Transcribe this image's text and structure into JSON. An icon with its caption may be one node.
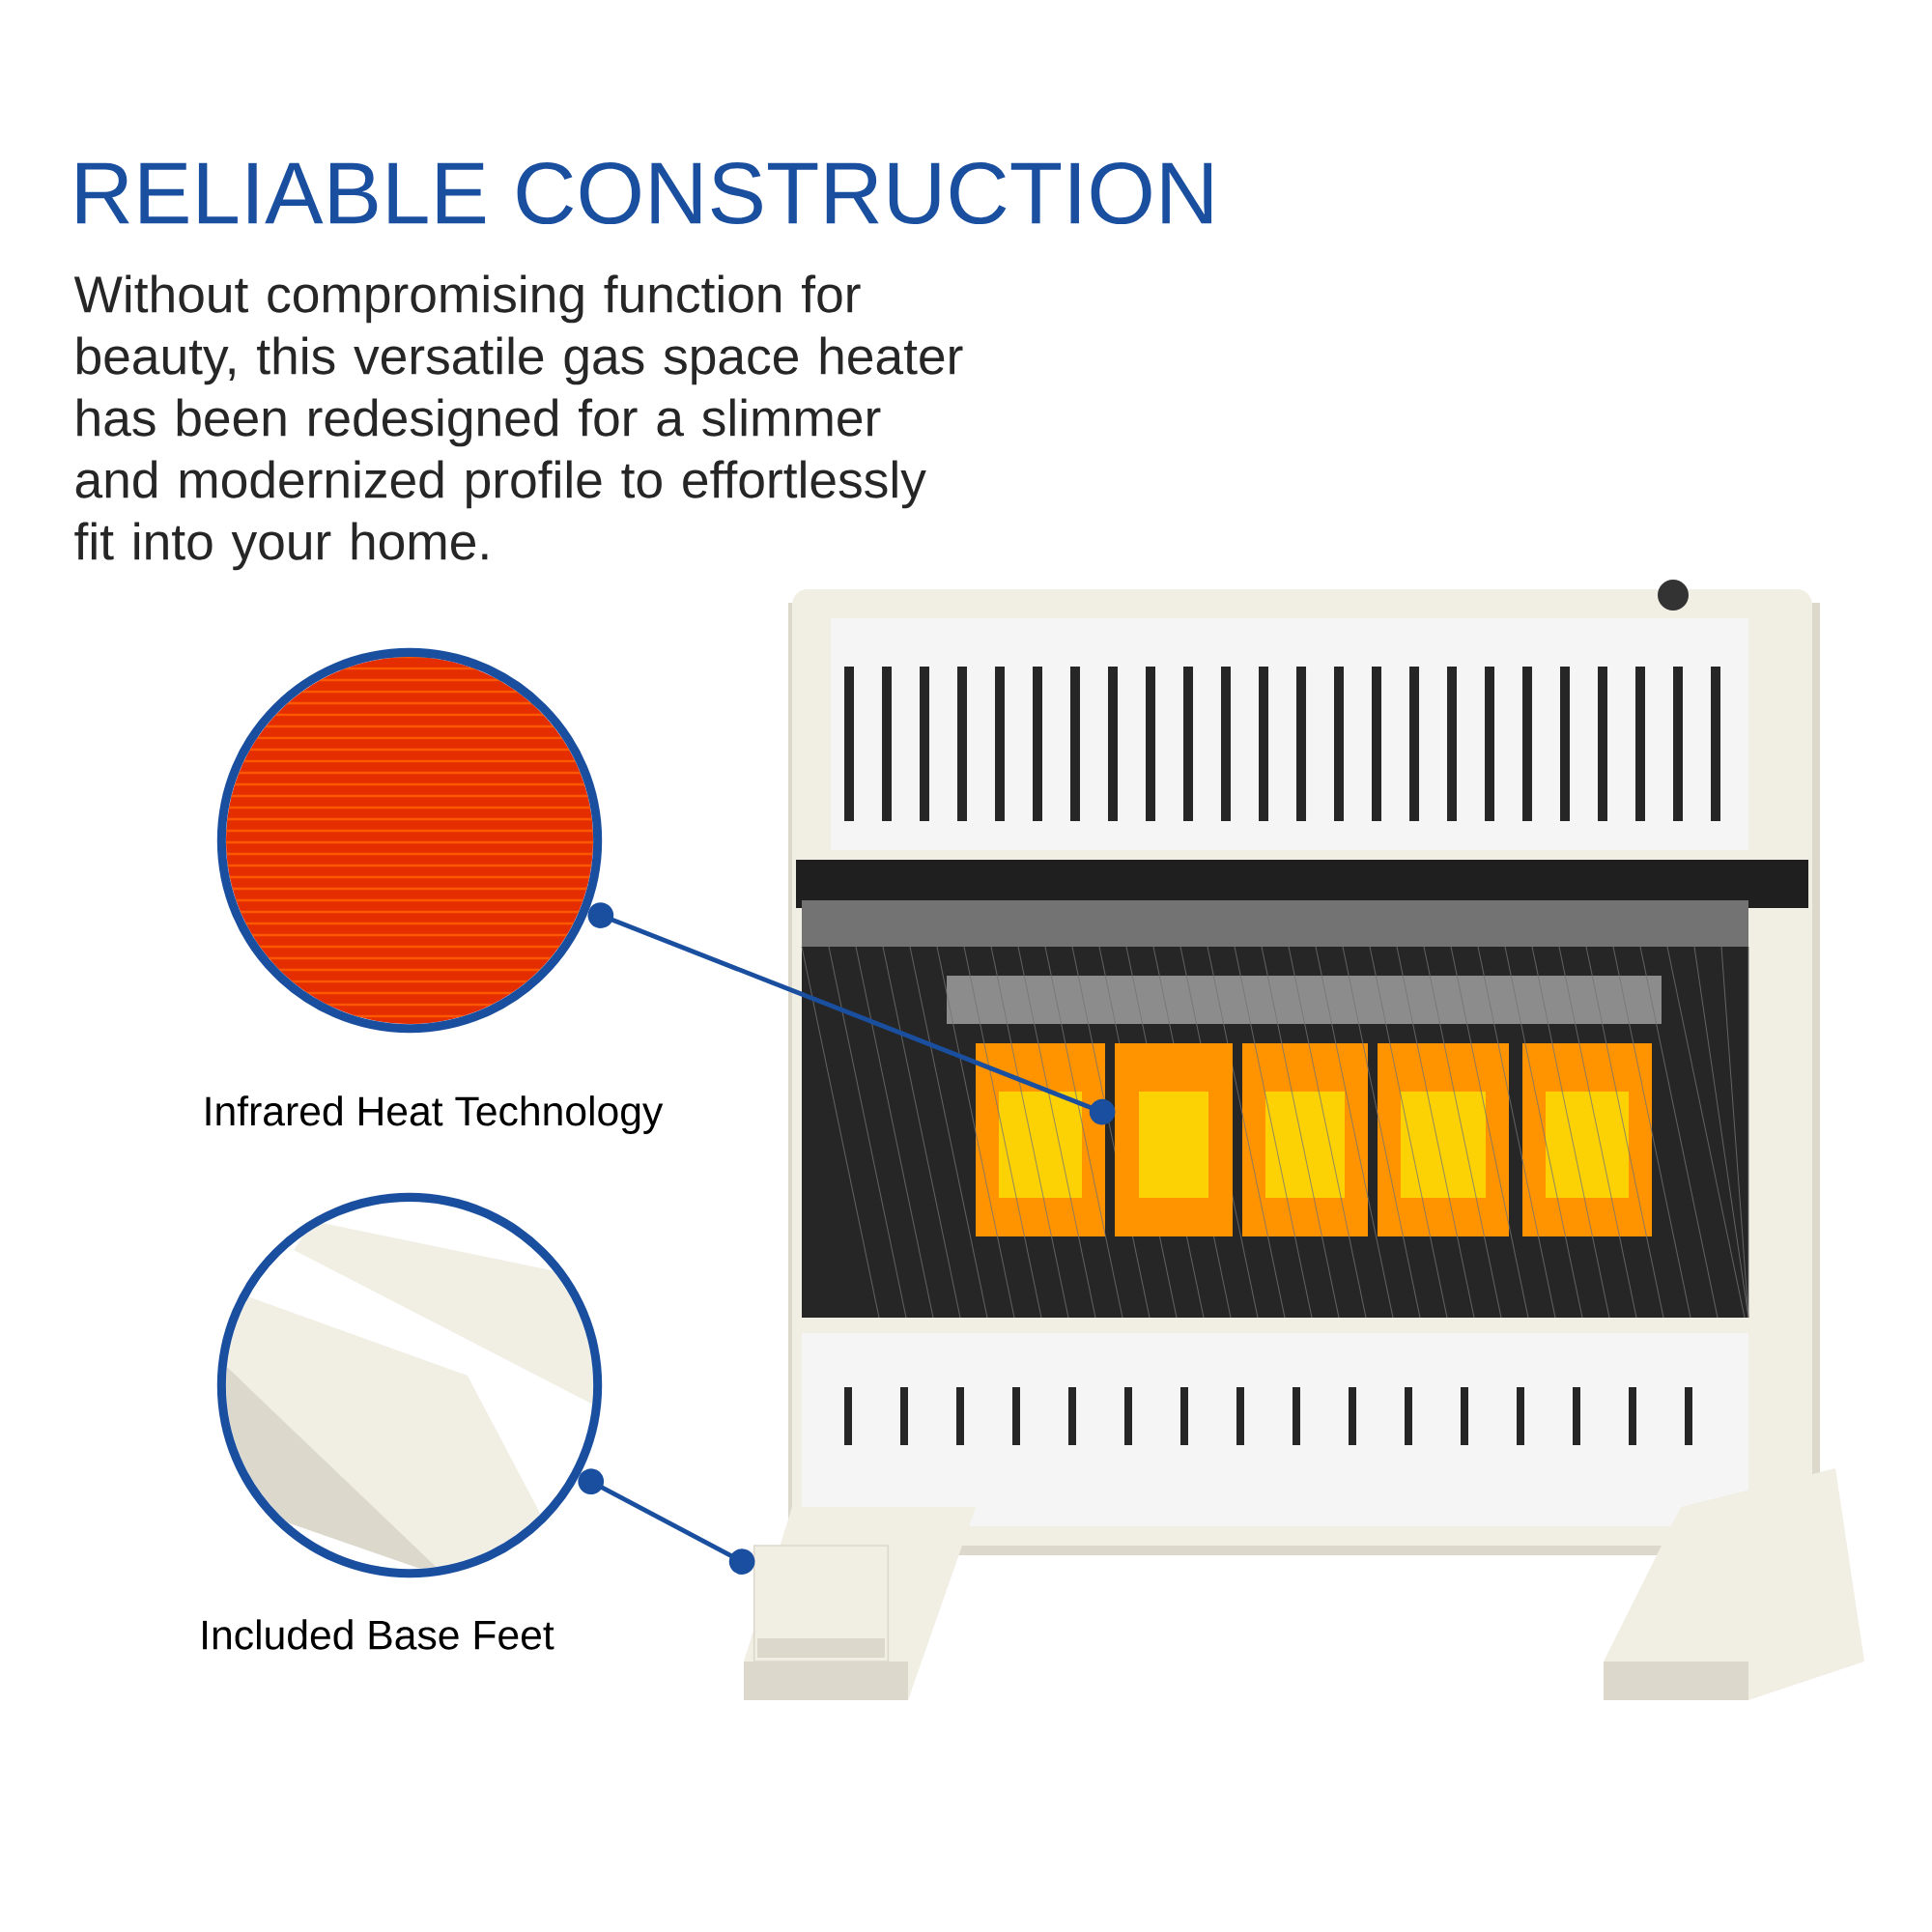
{
  "diagram": {
    "title": "RELIABLE CONSTRUCTION",
    "nodes": [
      {
        "text": [
          "Infrared Heat Technology"
        ]
      },
      {
        "text": [
          "Included Base Feet"
        ]
      },
      {
        "text": [],
        "shape": "box"
      },
      {
        "text": [],
        "shape": "box"
      }
    ],
    "edges": [
      {
        "from": 0,
        "to": 2,
        "arrow": "other"
      },
      {
        "from": 1,
        "to": 3,
        "arrow": "other"
      }
    ],
    "labels": [
      "Without compromising function for beauty, this versatile gas space heater has been redesigned for a slimmer and modernized profile to effortlessly fit into your home."
    ]
  }
}
